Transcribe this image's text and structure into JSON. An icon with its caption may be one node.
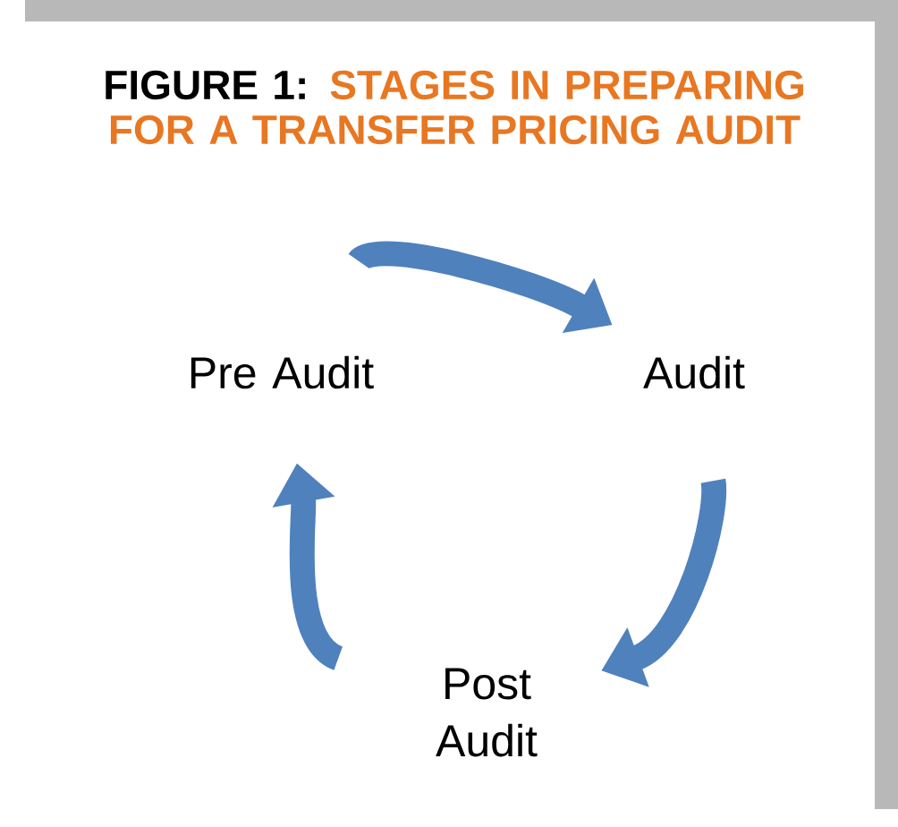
{
  "diagram": {
    "title": "FIGURE 1:",
    "nodes": [
      {
        "text": [
          "Pre Audit"
        ]
      },
      {
        "text": [
          "Audit"
        ]
      },
      {
        "text": [
          "Post Audit"
        ]
      }
    ],
    "edges": [
      {
        "from": 0,
        "to": 1,
        "arrow": "to"
      },
      {
        "from": 1,
        "to": 2,
        "arrow": "to"
      },
      {
        "from": 2,
        "to": 0,
        "arrow": "to"
      }
    ],
    "labels": [
      "STAGES IN PREPARING FOR A TRANSFER PRICING AUDIT"
    ]
  }
}
